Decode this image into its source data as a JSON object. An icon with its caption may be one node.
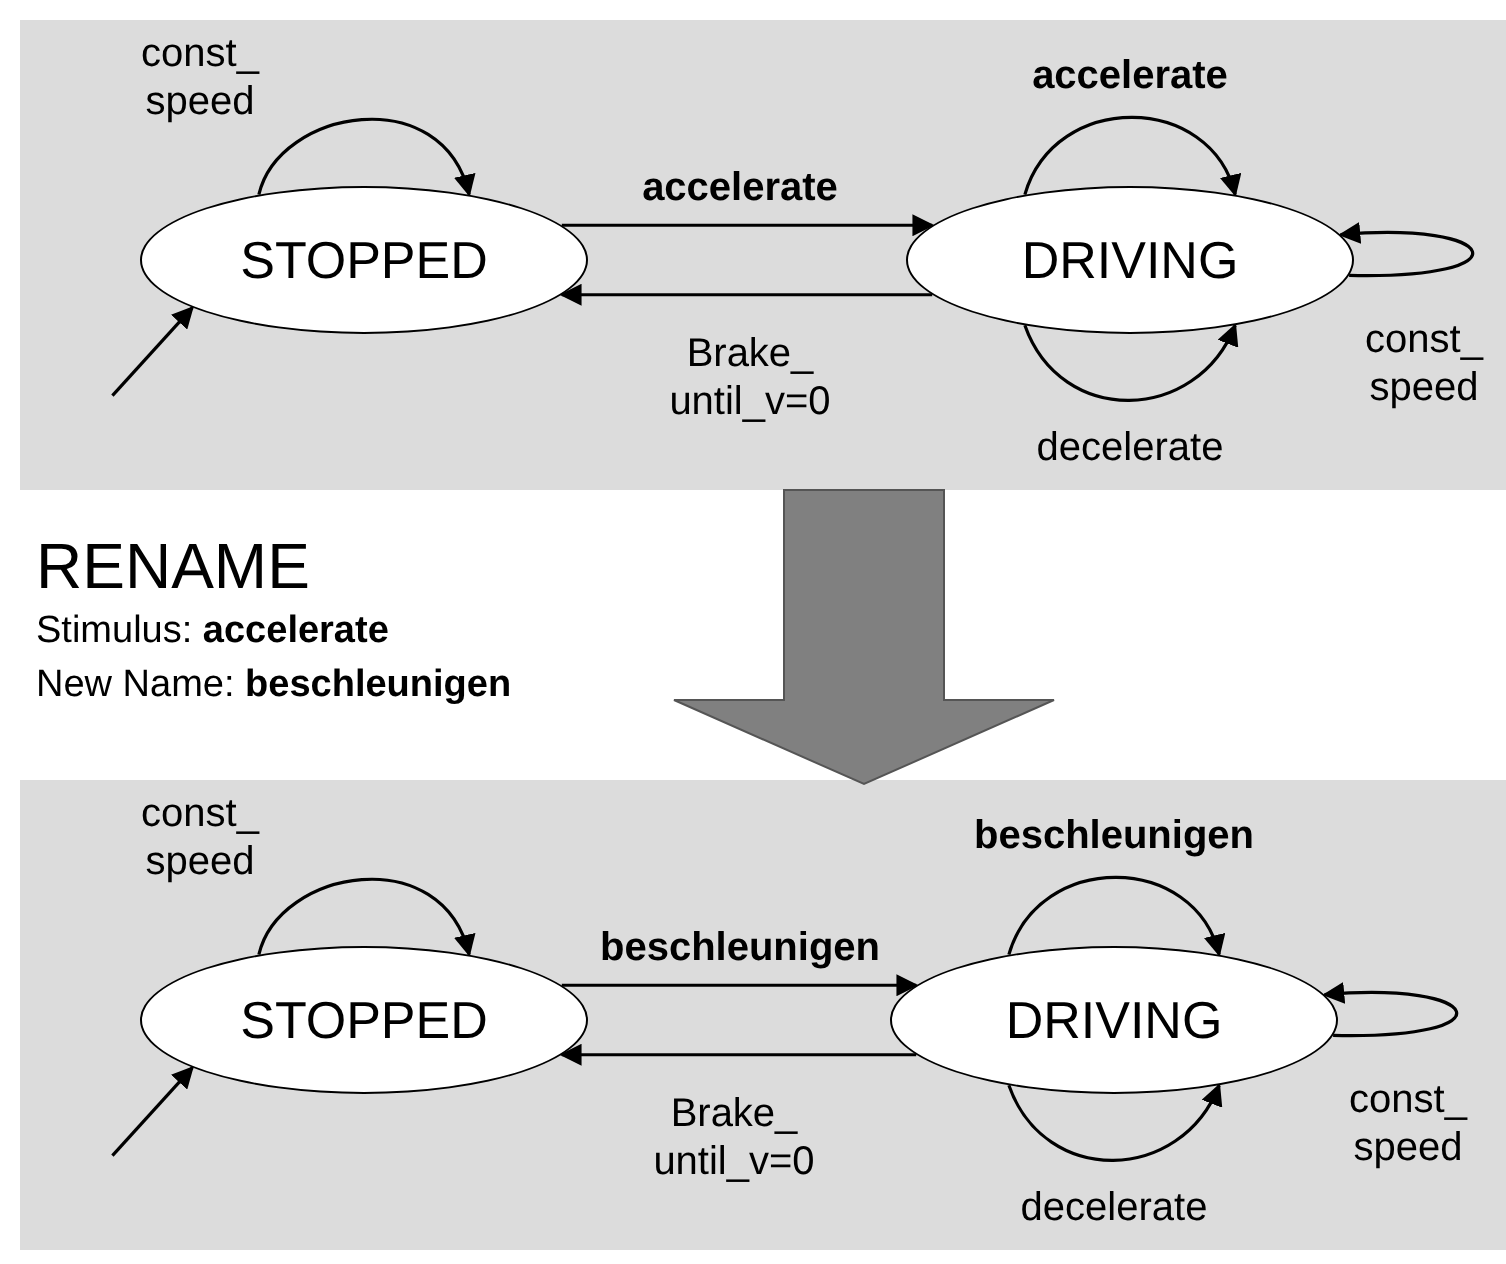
{
  "diagram": {
    "nodes": [
      {
        "text": [],
        "shape": "box"
      },
      {
        "text": [
          "STOPPED"
        ],
        "in": 0
      },
      {
        "text": [
          "DRIVING"
        ],
        "in": 0
      },
      {
        "text": [],
        "shape": "box"
      },
      {
        "text": [
          "STOPPED"
        ],
        "in": 3
      },
      {
        "text": [
          "DRIVING"
        ],
        "in": 3
      }
    ],
    "edges": [
      {
        "from": 1,
        "to": 1,
        "label": "const_ speed",
        "arrow": "to"
      },
      {
        "from": 1,
        "to": 2,
        "label": "accelerate",
        "arrow": "to"
      },
      {
        "from": 2,
        "to": 1,
        "label": "Brake_ until_v=0",
        "arrow": "to"
      },
      {
        "from": 2,
        "to": 2,
        "label": "accelerate",
        "arrow": "to"
      },
      {
        "from": 2,
        "to": 2,
        "label": "decelerate",
        "arrow": "to"
      },
      {
        "from": 2,
        "to": 2,
        "label": "const_ speed",
        "arrow": "to"
      },
      {
        "from": null,
        "to": 1,
        "arrow": "to"
      },
      {
        "from": 4,
        "to": 4,
        "label": "const_ speed",
        "arrow": "to"
      },
      {
        "from": 4,
        "to": 5,
        "label": "beschleunigen",
        "arrow": "to"
      },
      {
        "from": 5,
        "to": 4,
        "label": "Brake_ until_v=0",
        "arrow": "to"
      },
      {
        "from": 5,
        "to": 5,
        "label": "beschleunigen",
        "arrow": "to"
      },
      {
        "from": 5,
        "to": 5,
        "label": "decelerate",
        "arrow": "to"
      },
      {
        "from": 5,
        "to": 5,
        "label": "const_ speed",
        "arrow": "to"
      },
      {
        "from": null,
        "to": 4,
        "arrow": "to"
      },
      {
        "from": 0,
        "to": 3,
        "arrow": "to",
        "style": "thick",
        "color": "#808080"
      }
    ],
    "labels": [
      "RENAME",
      "Stimulus: **accelerate**",
      "New Name: **beschleunigen**"
    ]
  }
}
